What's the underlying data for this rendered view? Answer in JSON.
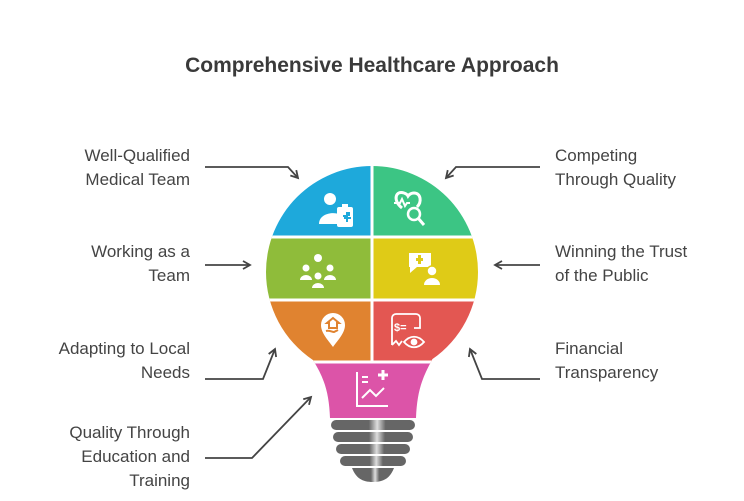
{
  "title": "Comprehensive Healthcare Approach",
  "items": [
    {
      "label_lines": [
        "Well-Qualified",
        "Medical Team"
      ],
      "color": "#1EA9DB",
      "icon": "doctor-clipboard-icon"
    },
    {
      "label_lines": [
        "Competing",
        "Through Quality"
      ],
      "color": "#3CC584",
      "icon": "heart-search-icon"
    },
    {
      "label_lines": [
        "Working as a",
        "Team"
      ],
      "color": "#8FBC3A",
      "icon": "team-icon"
    },
    {
      "label_lines": [
        "Winning the Trust",
        "of the Public"
      ],
      "color": "#DFCB17",
      "icon": "medical-chat-person-icon"
    },
    {
      "label_lines": [
        "Adapting to Local",
        "Needs"
      ],
      "color": "#E08330",
      "icon": "location-home-hand-icon"
    },
    {
      "label_lines": [
        "Financial",
        "Transparency"
      ],
      "color": "#E35752",
      "icon": "receipt-eye-icon"
    },
    {
      "label_lines": [
        "Quality Through",
        "Education and",
        "Training"
      ],
      "color": "#DC54A8",
      "icon": "chart-plus-icon"
    }
  ]
}
